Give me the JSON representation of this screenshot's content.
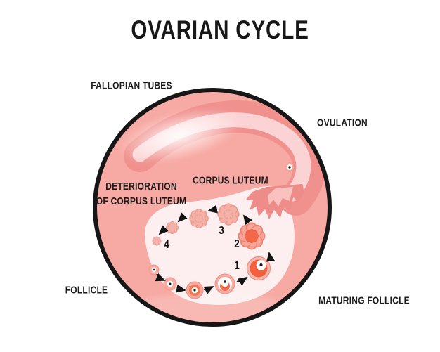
{
  "title": "OVARIAN CYCLE",
  "labels": {
    "fallopian_tubes": "FALLOPIAN TUBES",
    "ovulation": "OVULATION",
    "corpus_luteum": "CORPUS LUTEUM",
    "deterioration_line1": "DETERIORATION",
    "deterioration_line2": "OF CORPUS LUTEUM",
    "follicle": "FOLLICLE",
    "maturing_follicle": "MATURING FOLLICLE"
  },
  "stage_numbers": [
    "1",
    "2",
    "3",
    "4"
  ],
  "colors": {
    "background": "#ffffff",
    "circle_fill": "#f7a9a3",
    "circle_outline": "#161616",
    "tube": "#f0918e",
    "tube_channel": "#fcd3d4",
    "fimbriae": "#ee8c89",
    "ovary": "#fdeff0",
    "follicle_ring": "#f6aba3",
    "orange_accent": "#f4623f",
    "flower_fill": "#f4b1a8",
    "flower_stroke": "#ee968a",
    "text": "#1c1c1c"
  }
}
